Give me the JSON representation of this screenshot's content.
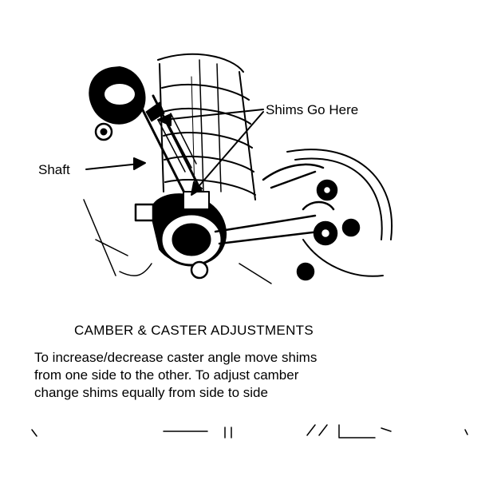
{
  "labels": {
    "shims": "Shims Go Here",
    "shaft": "Shaft"
  },
  "title": "CAMBER & CASTER ADJUSTMENTS",
  "caption": [
    "To increase/decrease caster angle move shims",
    "from one side to the other. To adjust camber",
    "change shims equally from side to side"
  ],
  "colors": {
    "ink": "#000000",
    "paper": "#ffffff"
  }
}
